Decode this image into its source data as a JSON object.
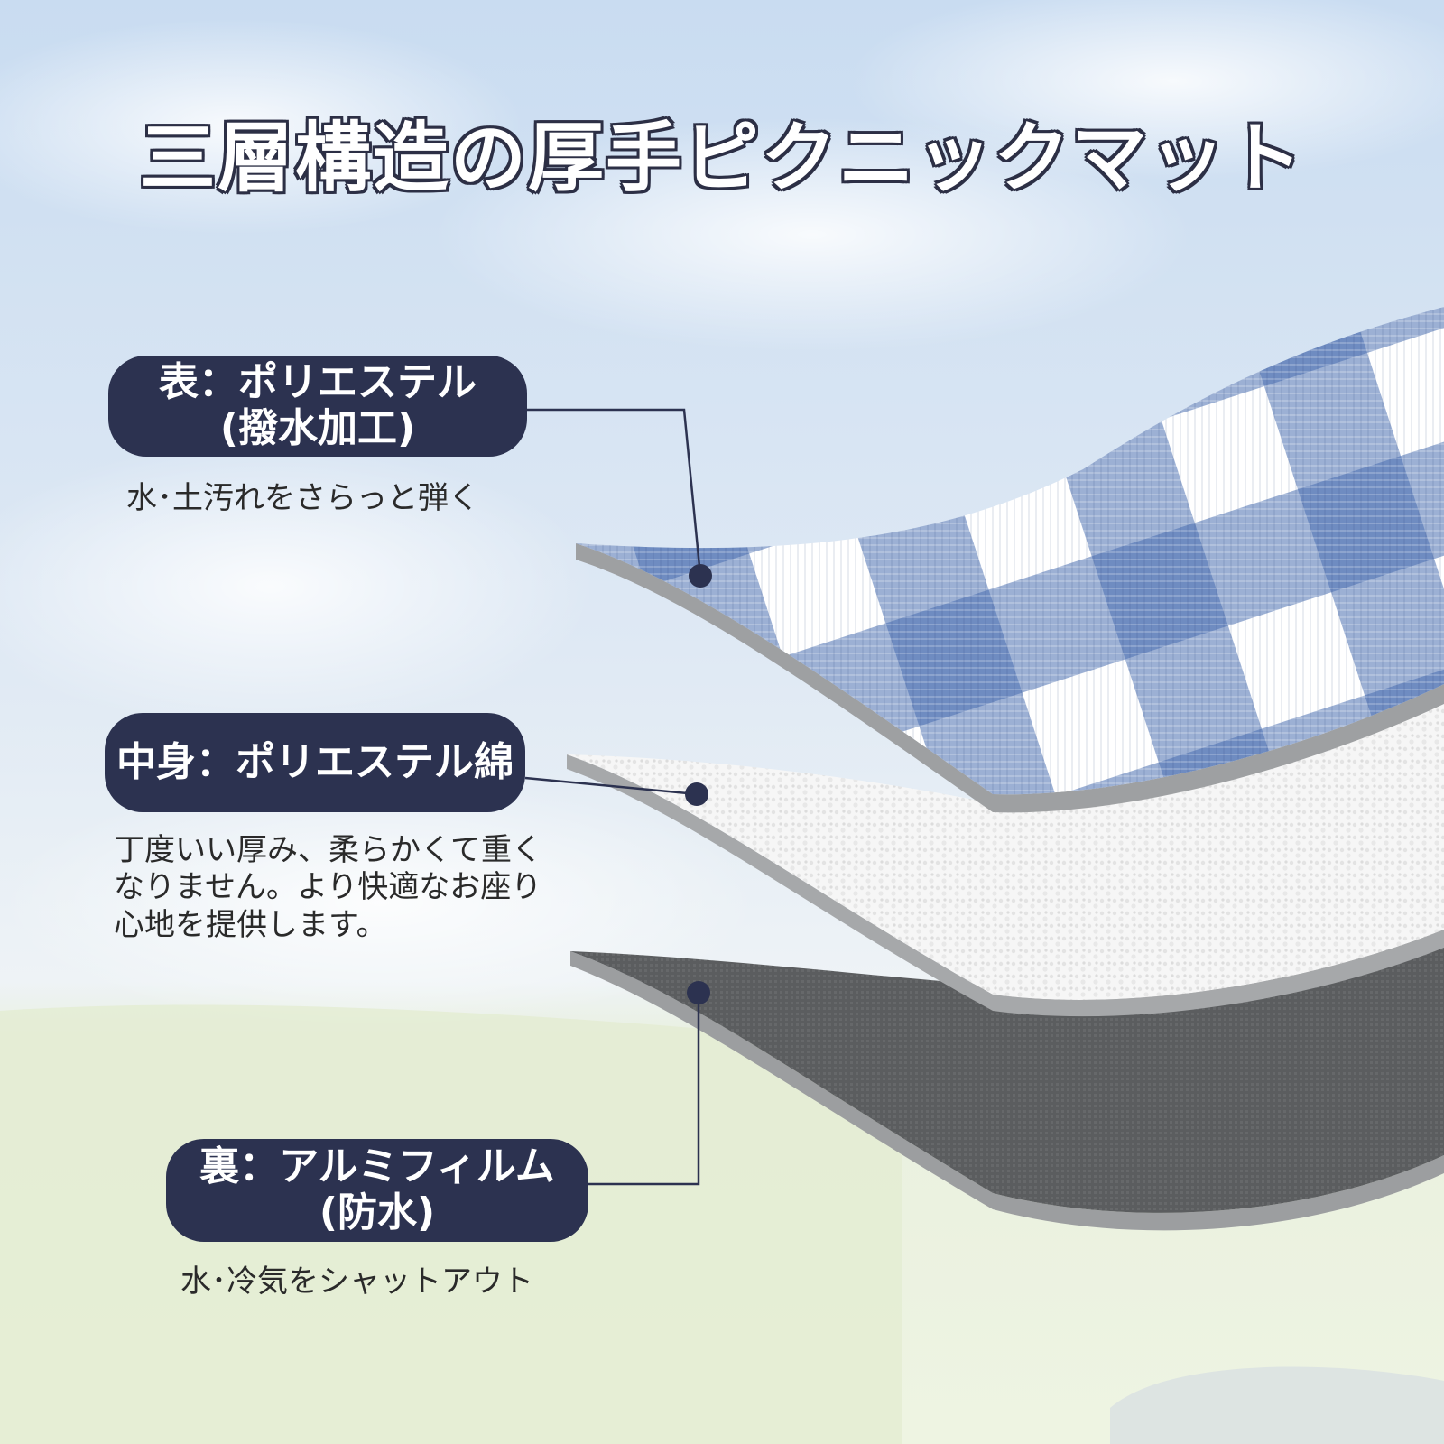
{
  "title": "三層構造の厚手ピクニックマット",
  "layers": [
    {
      "label_line1": "表：ポリエステル",
      "label_line2": "(撥水加工)",
      "description": "水･土汚れをさらっと弾く",
      "material": "blue-white-gingham-fabric"
    },
    {
      "label_line1": "中身：ポリエステル綿",
      "description": "丁度いい厚み、柔らかくて重くなりません。より快適なお座り心地を提供します。",
      "material": "white-cotton-padding"
    },
    {
      "label_line1": "裏：アルミフィルム",
      "label_line2": "(防水)",
      "description": "水･冷気をシャットアウト",
      "material": "gray-aluminum-film"
    }
  ],
  "colors": {
    "label_bg": "#2c3250",
    "label_text": "#ffffff",
    "gingham_blue": "#4a6fb0",
    "sky": "#cfe0f2",
    "grass": "#e6efd6",
    "aluminum": "#5a5c5e"
  }
}
